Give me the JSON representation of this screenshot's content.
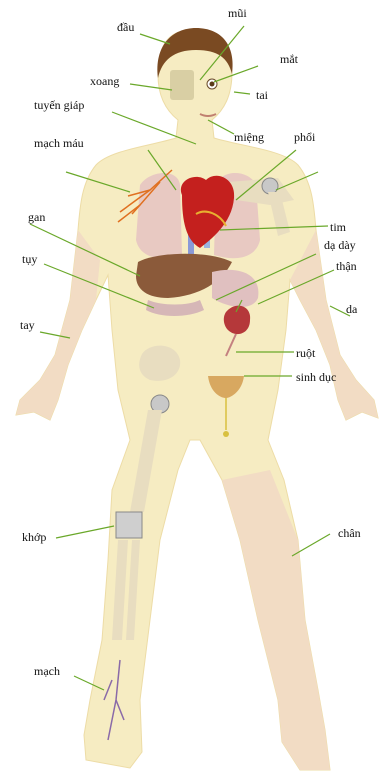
{
  "colors": {
    "skin": "#f6ecc2",
    "skin_edge": "#eddca6",
    "hair": "#7a4a22",
    "leader_line": "#6aa82a",
    "heart": "#c4201e",
    "liver": "#8b5a3a",
    "lung": "#e8c9c2",
    "kidney": "#b5383a",
    "stomach": "#e0c0c0",
    "bone": "#e8ddc0",
    "blood_vessel": "#e07020",
    "vein": "#8a6aa8",
    "leg_skin": "#f2dcc4"
  },
  "labels": {
    "dau": "đầu",
    "mui": "mũi",
    "mat": "mắt",
    "xoang": "xoang",
    "tai": "tai",
    "tuyen_giap": "tuyến giáp",
    "mieng": "miệng",
    "mach_mau": "mạch máu",
    "phoi": "phổi",
    "gan": "gan",
    "tim": "tim",
    "da_day": "dạ dày",
    "tuy": "tụy",
    "than": "thận",
    "da": "da",
    "tay": "tay",
    "ruot": "ruột",
    "sinh_duc": "sinh dục",
    "khop": "khớp",
    "chan": "chân",
    "mach": "mạch"
  }
}
